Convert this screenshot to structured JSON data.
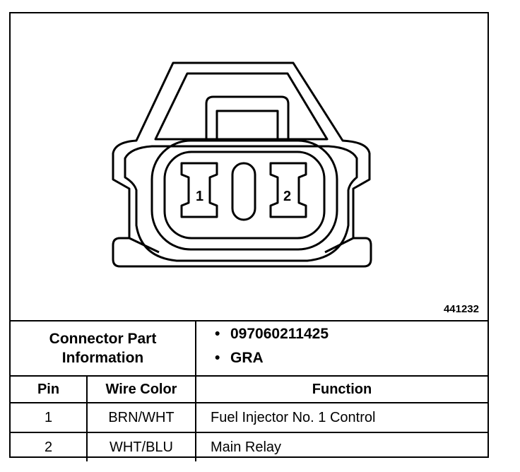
{
  "figure_number": "441232",
  "pins_on_face": [
    "1",
    "2"
  ],
  "connector_info": {
    "label_line1": "Connector Part",
    "label_line2": "Information",
    "bullet": "•",
    "part_number": "097060211425",
    "color": "GRA"
  },
  "table": {
    "headers": {
      "pin": "Pin",
      "wire_color": "Wire Color",
      "function": "Function"
    },
    "rows": [
      {
        "pin": "1",
        "wire_color": "BRN/WHT",
        "function": "Fuel Injector No. 1 Control"
      },
      {
        "pin": "2",
        "wire_color": "WHT/BLU",
        "function": "Main Relay"
      }
    ]
  }
}
